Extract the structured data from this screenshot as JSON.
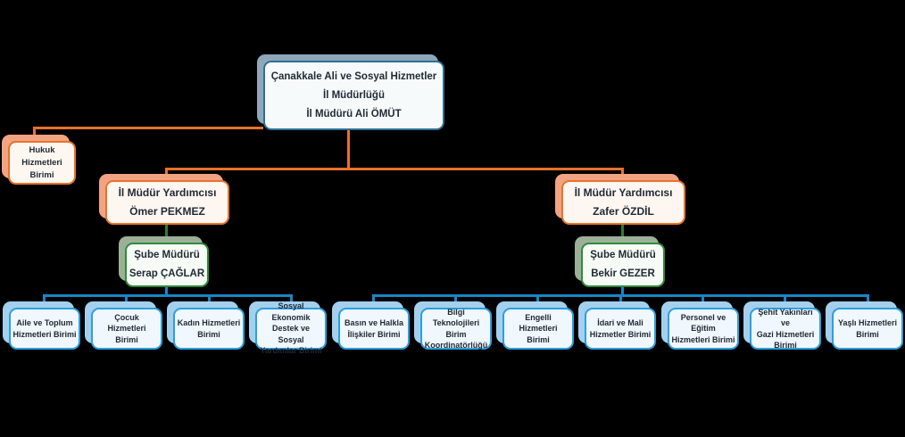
{
  "chart": {
    "type": "org-chart",
    "background": "#000000",
    "colors": {
      "connector_orange": "#E8722B",
      "connector_green": "#2E7C34",
      "connector_blue": "#1787C8",
      "root_border": "#2C7092",
      "root_fill": "#F7FAFB",
      "root_shadow": "#8FA7BA",
      "orange_border": "#E8722B",
      "orange_fill": "#FEF6F0",
      "orange_shadow": "#F2A381",
      "green_border": "#2E8B3A",
      "green_fill": "#F7FBF5",
      "green_shadow": "#9CB098",
      "blue_border": "#2B9FDE",
      "blue_fill": "#F0F7FD",
      "blue_shadow": "#A4D0EE",
      "text": "#212B36"
    },
    "nodes": {
      "root": {
        "label": "Çanakkale Ali ve Sosyal Hizmetler\nİl Müdürlüğü\nİl Müdürü Ali ÖMÜT"
      },
      "legal": {
        "label": "Hukuk Hizmetleri\nBirimi"
      },
      "deputy_left": {
        "label": "İl Müdür Yardımcısı\nÖmer PEKMEZ"
      },
      "deputy_right": {
        "label": "İl Müdür Yardımcısı\nZafer ÖZDİL"
      },
      "manager_left": {
        "label": "Şube Müdürü\nSerap ÇAĞLAR"
      },
      "manager_right": {
        "label": "Şube Müdürü\nBekir GEZER"
      },
      "units": [
        {
          "label": "Aile ve Toplum\nHizmetleri Birimi"
        },
        {
          "label": "Çocuk Hizmetleri\nBirimi"
        },
        {
          "label": "Kadın Hizmetleri\nBirimi"
        },
        {
          "label": "Sosyal Ekonomik\nDestek ve Sosyal\nYardımlar Birimi"
        },
        {
          "label": "Basın ve Halkla\nİlişkiler Birimi"
        },
        {
          "label": "Bilgi Teknolojileri\nBirim\nKoordinatörlüğü"
        },
        {
          "label": "Engelli Hizmetleri\nBirimi"
        },
        {
          "label": "İdari ve Mali\nHizmetler Birimi"
        },
        {
          "label": "Personel ve Eğitim\nHizmetleri Birimi"
        },
        {
          "label": "Şehit Yakınları ve\nGazi Hizmetleri\nBirimi"
        },
        {
          "label": "Yaşlı Hizmetleri\nBirimi"
        }
      ]
    }
  }
}
